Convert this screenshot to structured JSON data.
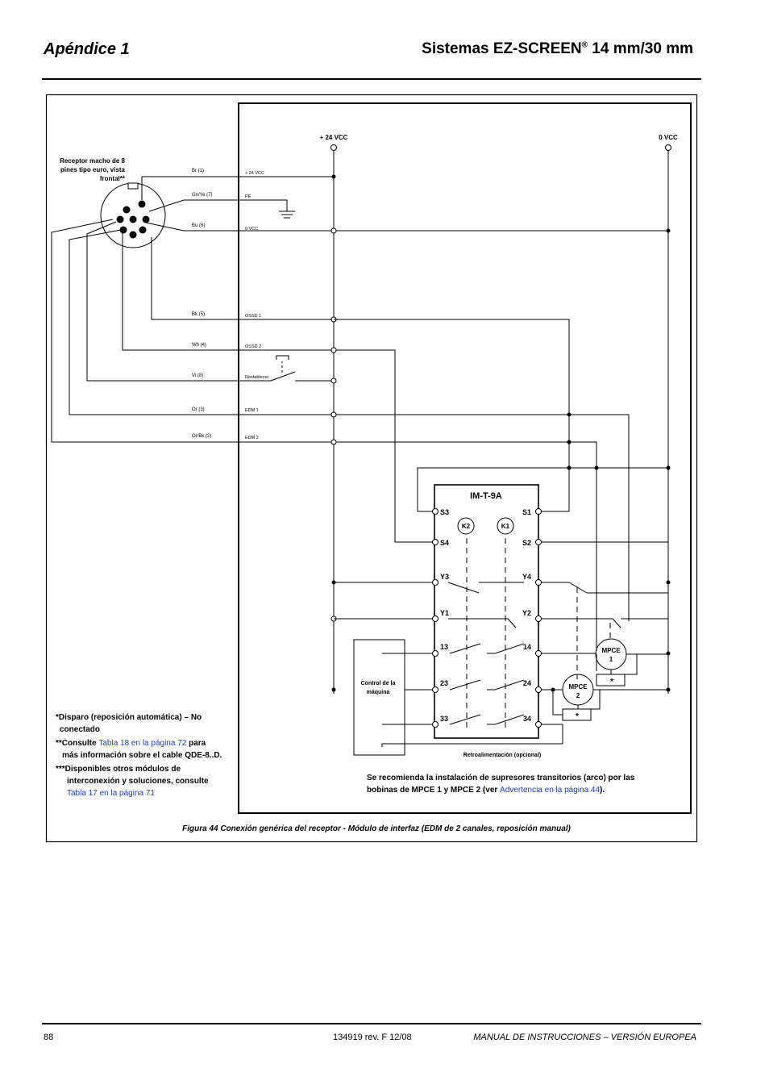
{
  "header": {
    "left": "Apéndice 1",
    "right_main": "Sistemas EZ-SCREEN",
    "right_reg": "®",
    "right_tail": " 14 mm/30 mm"
  },
  "diagram": {
    "supply_plus": "+ 24 VCC",
    "supply_zero": "0 VCC",
    "receptor_label": [
      "Receptor macho de 8",
      "pines tipo euro, vista",
      "frontal**"
    ],
    "wires": [
      {
        "color": "Br (1)",
        "terminal": "+ 24 VCC"
      },
      {
        "color": "Gn/Ye (7)",
        "terminal": "PE"
      },
      {
        "color": "Bu (6)",
        "terminal": "0 VCC"
      },
      {
        "color": "Bk (5)",
        "terminal": "OSSD 1"
      },
      {
        "color": "Wh (4)",
        "terminal": "OSSD 2"
      },
      {
        "color": "Vi (8)",
        "terminal": "Restablecer"
      },
      {
        "color": "Or (3)",
        "terminal": "EDM 1"
      },
      {
        "color": "Or/Bk (2)",
        "terminal": "EDM 2"
      }
    ],
    "module": {
      "name": "IM-T-9A",
      "left_terminals": [
        "S3",
        "S4",
        "Y3",
        "Y1",
        "13",
        "23",
        "33"
      ],
      "right_terminals": [
        "S1",
        "S2",
        "Y4",
        "Y2",
        "14",
        "24",
        "34"
      ],
      "relays": [
        "K2",
        "K1"
      ]
    },
    "machine_control": [
      "Control de la",
      "máquina"
    ],
    "mpce1": [
      "MPCE",
      "1"
    ],
    "mpce2": [
      "MPCE",
      "2"
    ],
    "asterisk": "*",
    "feedback_label": "Retroalimentación (opcional)",
    "notes": {
      "n1a": "*Disparo (reposición automática) – No",
      "n1b": "conectado",
      "n2a_pre": "**Consulte ",
      "n2a_link": "Tabla 18 en la página 72",
      "n2a_post": " para",
      "n2b": "más información sobre el cable QDE-8..D.",
      "n3a": "***Disponibles otros módulos de",
      "n3b": "interconexión y soluciones, consulte",
      "n3c_link": "Tabla 17 en la página 71"
    },
    "surge": {
      "line1": "Se recomienda la instalación de supresores transitorios (arco) por las",
      "line2_pre": "bobinas de MPCE 1 y MPCE 2 (ver ",
      "line2_link": "Advertencia en la página 44",
      "line2_post": ")."
    },
    "caption": "Figura 44 Conexión genérica del receptor - Módulo de interfaz (EDM de 2 canales, reposición manual)"
  },
  "footer": {
    "page": "88",
    "revision": "134919 rev. F 12/08",
    "manual": "MANUAL DE INSTRUCCIONES – VERSIÓN EUROPEA"
  }
}
